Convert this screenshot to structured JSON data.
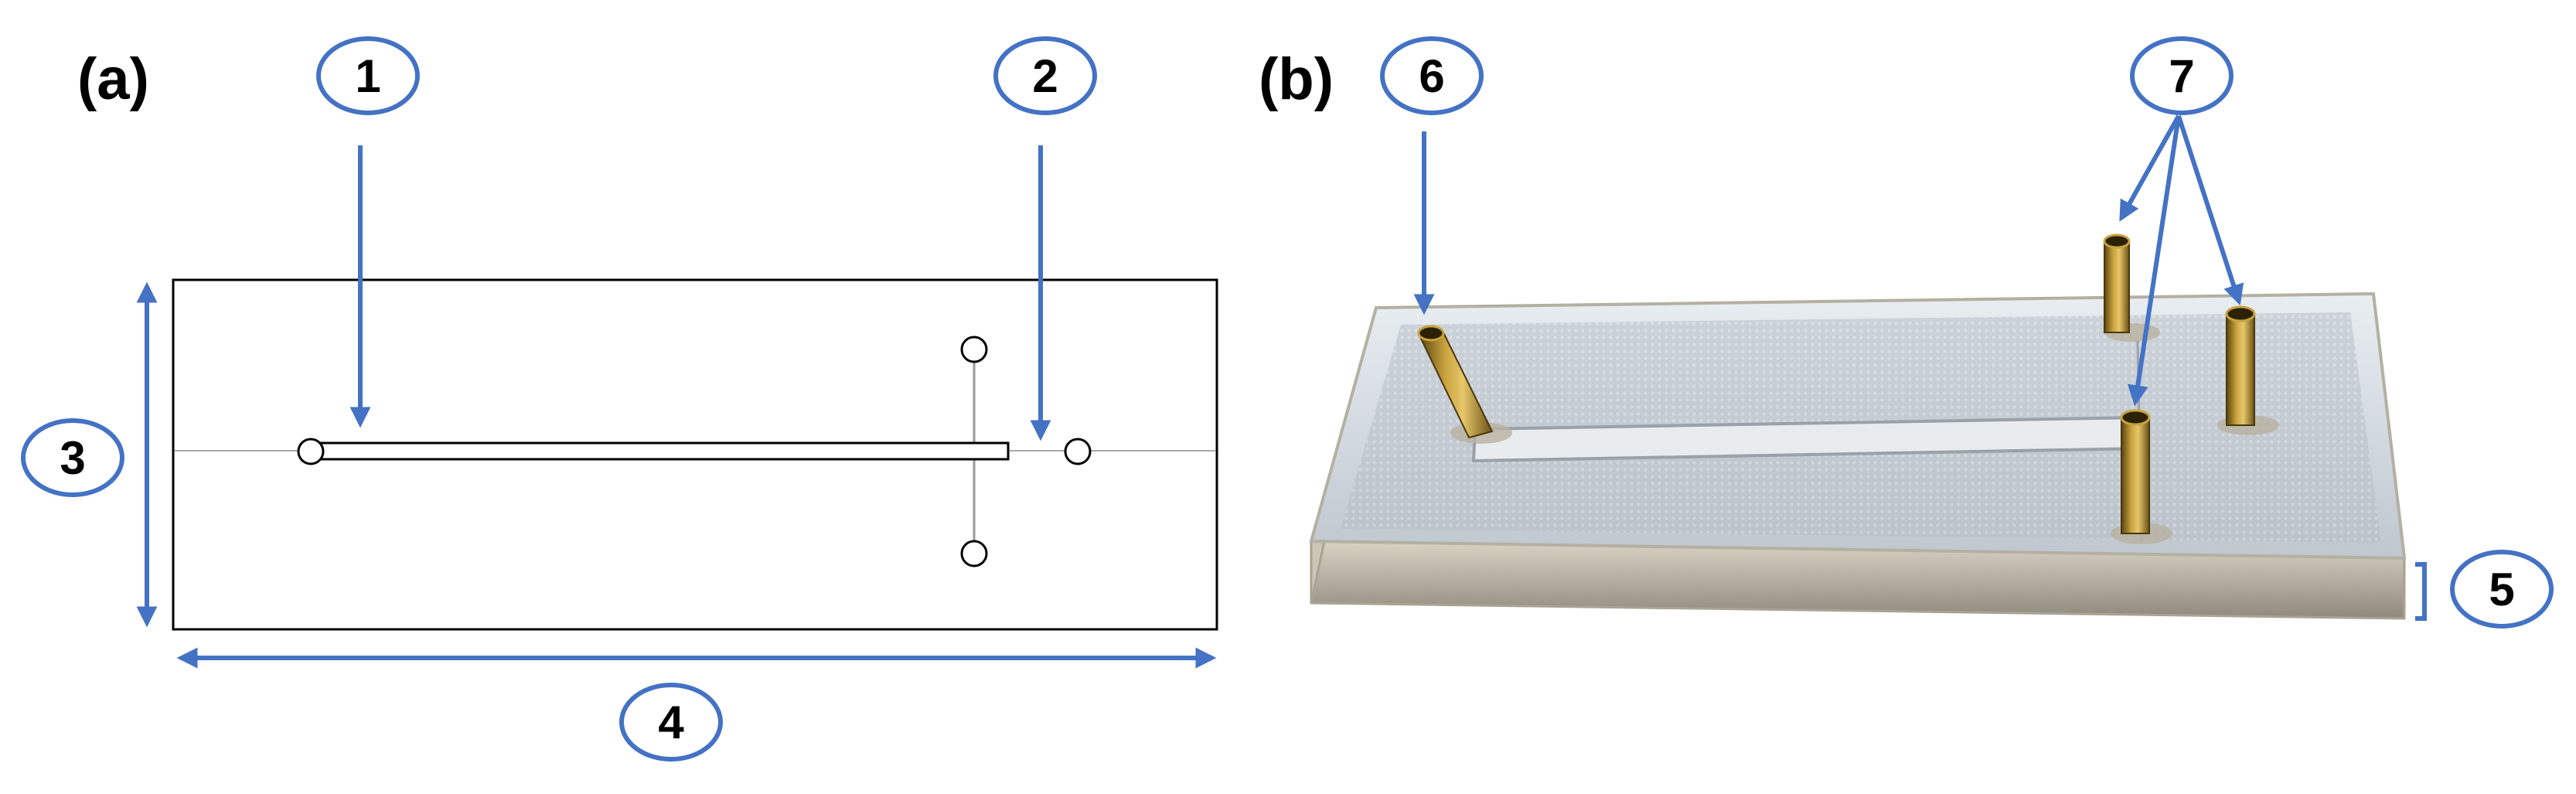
{
  "colors": {
    "accent": "#4472c4",
    "outline": "#000000",
    "background": "#ffffff"
  },
  "panels": {
    "a": {
      "label": "(a)"
    },
    "b": {
      "label": "(b)"
    }
  },
  "callouts": {
    "c1": {
      "label": "1"
    },
    "c2": {
      "label": "2"
    },
    "c3": {
      "label": "3"
    },
    "c4": {
      "label": "4"
    },
    "c5": {
      "label": "5"
    },
    "c6": {
      "label": "6"
    },
    "c7": {
      "label": "7"
    }
  }
}
